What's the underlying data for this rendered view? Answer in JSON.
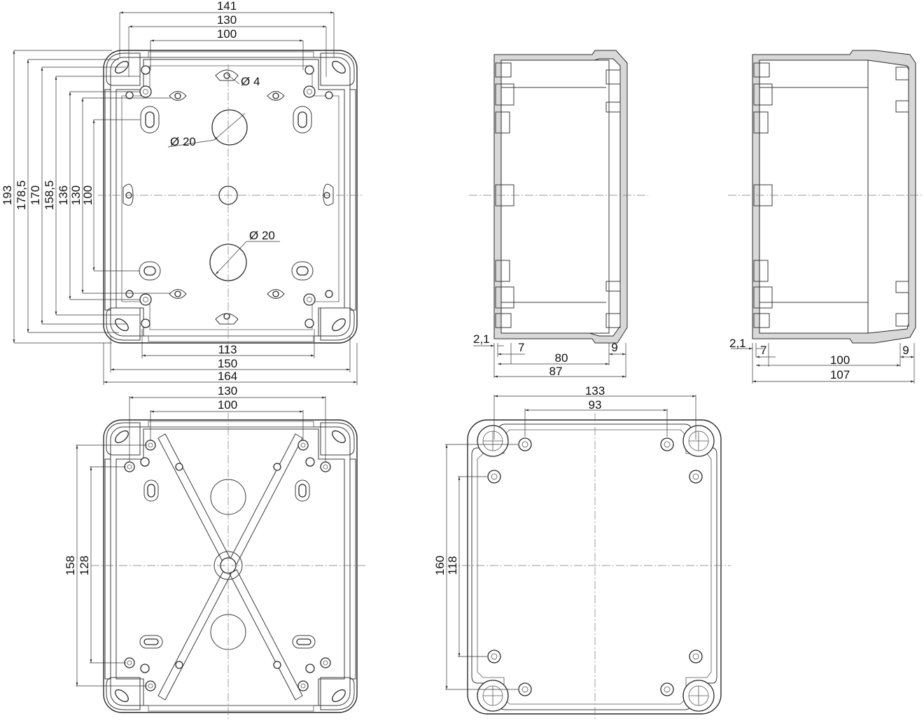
{
  "views": {
    "front": {
      "width_dims": [
        "141",
        "130",
        "100"
      ],
      "height_dims": [
        "193",
        "178,5",
        "170",
        "158,5",
        "136",
        "130",
        "100"
      ],
      "bottom_dims": [
        "113",
        "150",
        "164"
      ],
      "small_hole": "Ø 4",
      "entry_top": "Ø 20",
      "entry_bottom": "Ø 20"
    },
    "side_a": {
      "dims": [
        "2,1",
        "7",
        "80",
        "9",
        "87"
      ]
    },
    "side_b": {
      "dims": [
        "2,1",
        "7",
        "100",
        "9",
        "107"
      ]
    },
    "back": {
      "width_dims": [
        "130",
        "100"
      ],
      "height_dims": [
        "158",
        "128"
      ]
    },
    "lid": {
      "width_dims": [
        "133",
        "93"
      ],
      "height_dims": [
        "160",
        "118"
      ]
    }
  }
}
